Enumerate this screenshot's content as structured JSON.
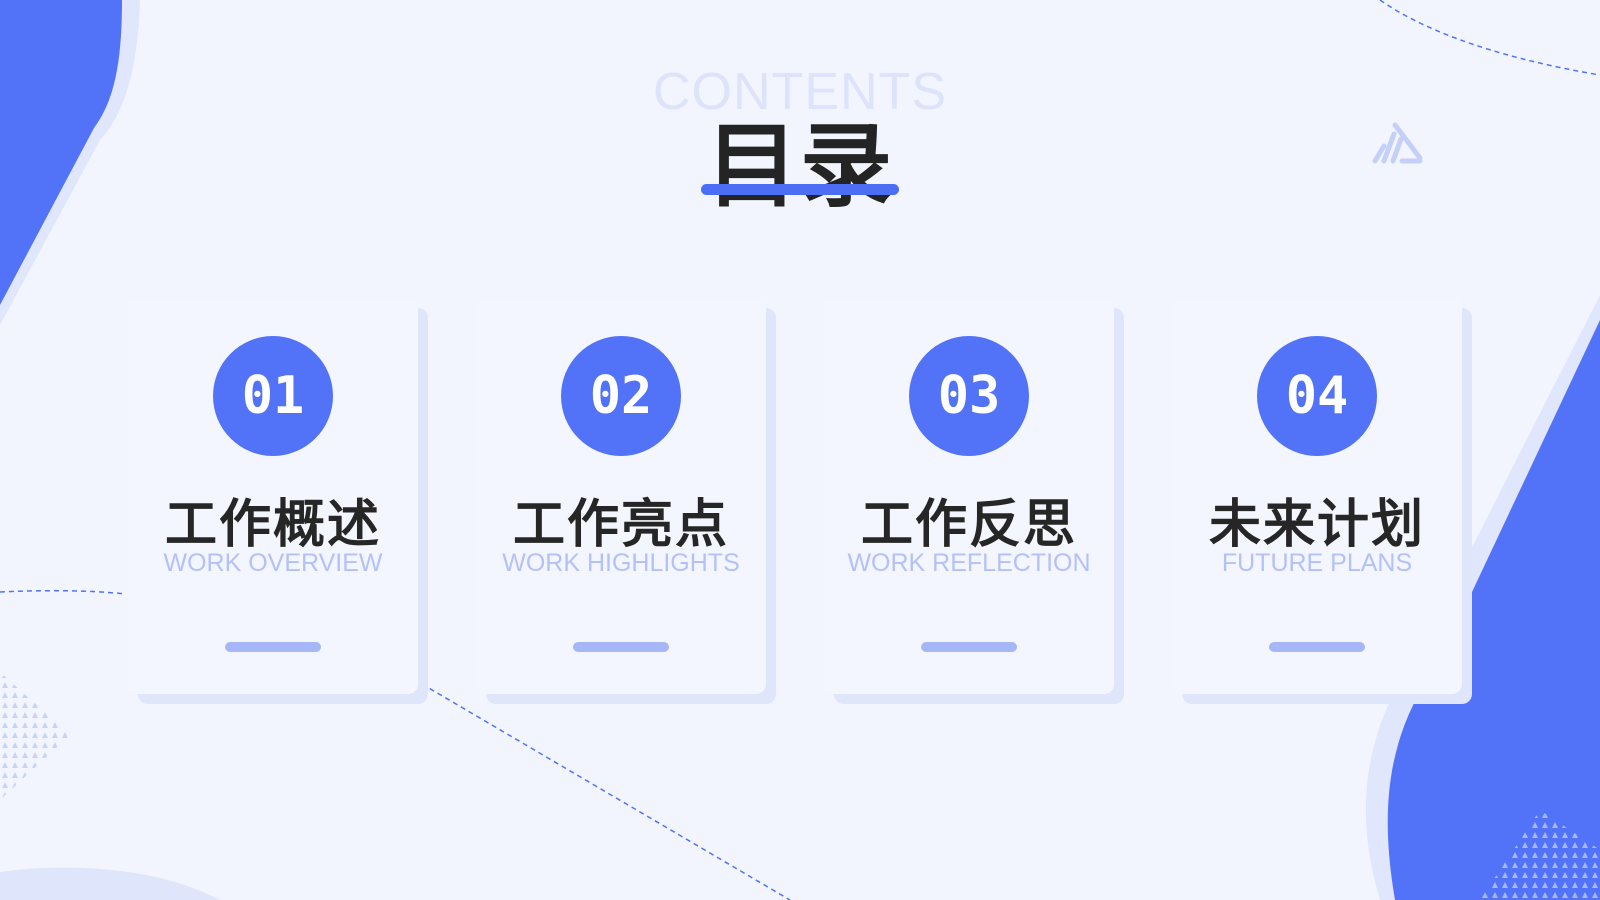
{
  "slide": {
    "title_en": "CONTENTS",
    "title_zh": "目录",
    "items": [
      {
        "number": "01",
        "title": "工作概述",
        "subtitle": "WORK OVERVIEW"
      },
      {
        "number": "02",
        "title": "工作亮点",
        "subtitle": "WORK HIGHLIGHTS"
      },
      {
        "number": "03",
        "title": "工作反思",
        "subtitle": "WORK REFLECTION"
      },
      {
        "number": "04",
        "title": "未来计划",
        "subtitle": "FUTURE PLANS"
      }
    ]
  },
  "colors": {
    "background": "#f2f5fe",
    "accent": "#5273f8",
    "title_text": "#242424",
    "subtitle_text": "#b4c1f7",
    "card_shadow": "#dfe5fb"
  }
}
